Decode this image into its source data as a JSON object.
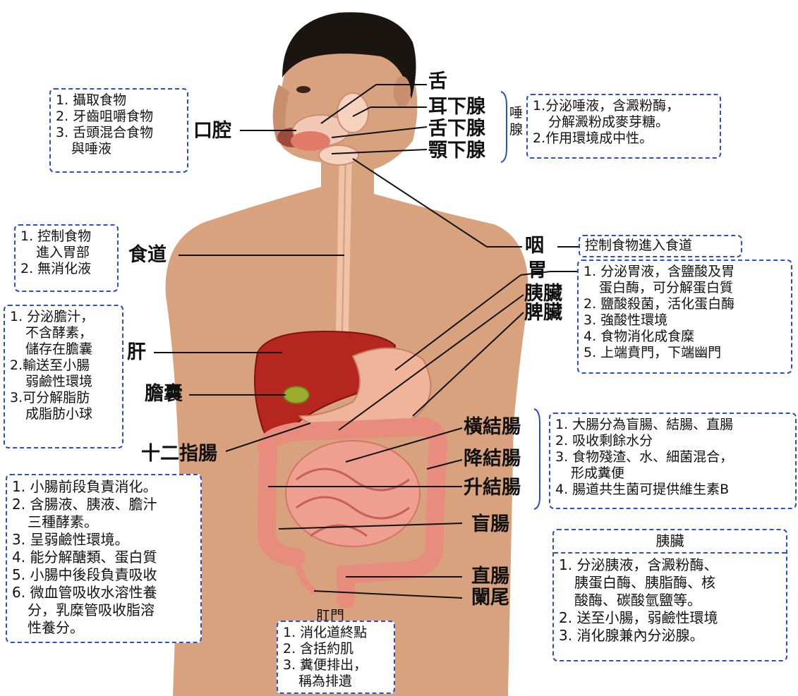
{
  "organs": {
    "tongue": "舌",
    "parotid": "耳下腺",
    "sublingual": "舌下腺",
    "submandibular": "顎下腺",
    "salivary_group": "唾腺",
    "mouth": "口腔",
    "esophagus": "食道",
    "pharynx": "咽",
    "stomach": "胃",
    "pancreas": "胰臟",
    "spleen": "脾臟",
    "liver": "肝",
    "gallbladder": "膽囊",
    "duodenum": "十二指腸",
    "transverse_colon": "橫結腸",
    "descending_colon": "降結腸",
    "ascending_colon": "升結腸",
    "cecum": "盲腸",
    "rectum": "直腸",
    "appendix": "闌尾",
    "anus": "肛門"
  },
  "boxes": {
    "mouth": [
      "1. 攝取食物",
      "2. 牙齒咀嚼食物",
      "3. 舌頭混合食物",
      "與唾液"
    ],
    "saliva": [
      "1.分泌唾液，含澱粉酶，",
      "分解澱粉成麥芽糖。",
      "2.作用環境成中性。"
    ],
    "esophagus": [
      "1. 控制食物",
      "進入胃部",
      "2. 無消化液"
    ],
    "pharynx": [
      "控制食物進入食道"
    ],
    "stomach": [
      "1. 分泌胃液，含鹽酸及胃",
      "蛋白酶，可分解蛋白質",
      "2. 鹽酸殺菌，活化蛋白酶",
      "3. 強酸性環境",
      "4. 食物消化成食糜",
      "5. 上端賁門，下端幽門"
    ],
    "liver": [
      "1. 分泌膽汁，",
      "不含酵素，",
      "儲存在膽囊",
      "2.輸送至小腸",
      "弱鹼性環境",
      "3.可分解脂肪",
      "成脂肪小球"
    ],
    "large_intestine": [
      "1. 大腸分為盲腸、結腸、直腸",
      "2. 吸收剩餘水分",
      "3. 食物殘渣、水、細菌混合，",
      "形成糞便",
      "4. 腸道共生菌可提供維生素B"
    ],
    "small_intestine": [
      "1. 小腸前段負責消化。",
      "2. 含腸液、胰液、膽汁",
      "三種酵素。",
      "3. 呈弱鹼性環境。",
      "4. 能分解醣類、蛋白質",
      "5. 小腸中後段負責吸收",
      "6. 微血管吸收水溶性養",
      "分，乳糜管吸收脂溶",
      "性養分。"
    ],
    "pancreas_title": "胰臟",
    "pancreas": [
      "1. 分泌胰液，含澱粉酶、",
      "胰蛋白酶、胰脂酶、核",
      "酸酶、碳酸氫鹽等。",
      "2. 送至小腸，弱鹼性環境",
      "3. 消化腺兼內分泌腺。"
    ],
    "anus": [
      "1. 消化道終點",
      "2. 含括約肌",
      "3. 糞便排出，",
      "稱為排遺"
    ]
  },
  "colors": {
    "border": "#2b4fc9",
    "skin": "#d9a27e",
    "liver": "#b5261e",
    "intestine": "#e88d7e",
    "stomach": "#f0b49a",
    "hair": "#1b1512"
  }
}
